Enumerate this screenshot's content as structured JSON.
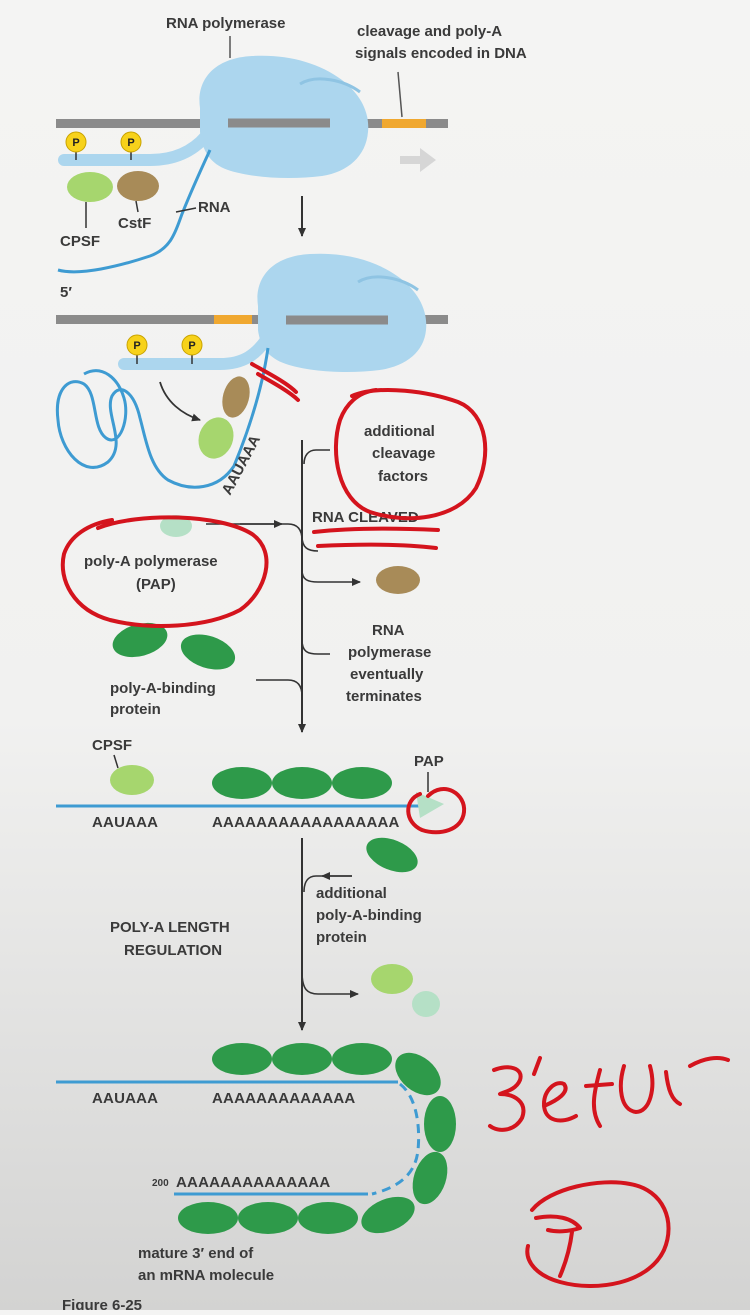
{
  "labels": {
    "rna_polymerase": "RNA polymerase",
    "cleavage_signals_line1": "cleavage and poly-A",
    "cleavage_signals_line2": "signals encoded in DNA",
    "cpsf": "CPSF",
    "cstf": "CstF",
    "rna": "RNA",
    "five_prime": "5′",
    "phosphate": "P",
    "aauaaa_rotated": "AAUAAA",
    "additional_cleavage_line1": "additional",
    "additional_cleavage_line2": "cleavage",
    "additional_cleavage_line3": "factors",
    "rna_cleaved": "RNA CLEAVED",
    "pap_line1": "poly-A polymerase",
    "pap_line2": "(PAP)",
    "rnap_term_line1": "RNA",
    "rnap_term_line2": "polymerase",
    "rnap_term_line3": "eventually",
    "rnap_term_line4": "terminates",
    "pabp_line1": "poly-A-binding",
    "pabp_line2": "protein",
    "cpsf2": "CPSF",
    "pap": "PAP",
    "aauaaa": "AAUAAA",
    "polya_long": "AAAAAAAAAAAAAAAAA",
    "add_pabp_line1": "additional",
    "add_pabp_line2": "poly-A-binding",
    "add_pabp_line3": "protein",
    "polya_reg_line1": "POLY-A LENGTH",
    "polya_reg_line2": "REGULATION",
    "aauaaa3": "AAUAAA",
    "polya_mid": "AAAAAAAAAAAAA",
    "count_200": "200",
    "polya_end": "AAAAAAAAAAAAAA",
    "mature_line1": "mature 3′ end of",
    "mature_line2": "an mRNA molecule",
    "figure": "Figure 6-25",
    "handwritten": "3′ext..."
  },
  "colors": {
    "polymerase": "#acd6ee",
    "dna": "#8b8b8b",
    "signal": "#f0a830",
    "rna_line": "#3e9bd2",
    "cpsf": "#a6d66e",
    "cstf": "#a88b58",
    "pabp": "#2e9a4a",
    "pap": "#b5e0c6",
    "phosphate": "#f7d21b",
    "annotation_red": "#d4141d",
    "text": "#3a3a3a"
  }
}
